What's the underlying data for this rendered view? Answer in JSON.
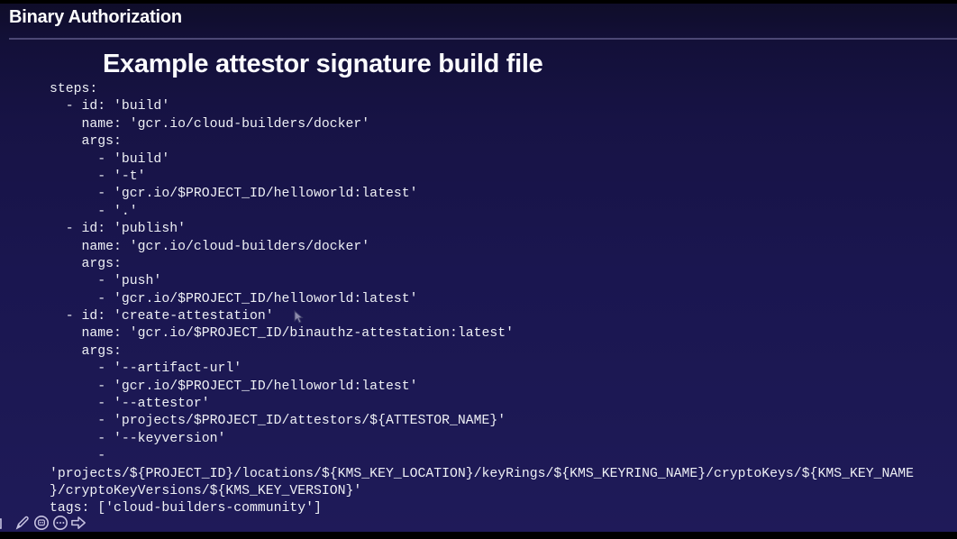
{
  "header": {
    "title": "Binary Authorization"
  },
  "slide": {
    "title": "Example attestor signature build file",
    "background_top_color": "#0f0d2a",
    "background_bottom_color": "#1f1a59",
    "separator_color": "#4c4874",
    "code_text_color": "#eef0f5",
    "code": {
      "language": "yaml",
      "lines": [
        "steps:",
        "  - id: 'build'",
        "    name: 'gcr.io/cloud-builders/docker'",
        "    args:",
        "      - 'build'",
        "      - '-t'",
        "      - 'gcr.io/$PROJECT_ID/helloworld:latest'",
        "      - '.'",
        "  - id: 'publish'",
        "    name: 'gcr.io/cloud-builders/docker'",
        "    args:",
        "      - 'push'",
        "      - 'gcr.io/$PROJECT_ID/helloworld:latest'",
        "  - id: 'create-attestation'",
        "    name: 'gcr.io/$PROJECT_ID/binauthz-attestation:latest'",
        "    args:",
        "      - '--artifact-url'",
        "      - 'gcr.io/$PROJECT_ID/helloworld:latest'",
        "      - '--attestor'",
        "      - 'projects/$PROJECT_ID/attestors/${ATTESTOR_NAME}'",
        "      - '--keyversion'",
        "      -",
        "'projects/${PROJECT_ID}/locations/${KMS_KEY_LOCATION}/keyRings/${KMS_KEYRING_NAME}/cryptoKeys/${KMS_KEY_NAME",
        "}/cryptoKeyVersions/${KMS_KEY_VERSION}'",
        "tags: ['cloud-builders-community']"
      ]
    }
  },
  "toolbar": {
    "icons": [
      {
        "name": "square-shape-tool-icon",
        "shape": "square-outline"
      },
      {
        "name": "pencil-tool-icon",
        "shape": "pencil"
      },
      {
        "name": "stamp-tool-icon",
        "shape": "circle-with-pad"
      },
      {
        "name": "more-tools-icon",
        "shape": "circle-with-ellipsis"
      },
      {
        "name": "forward-arrow-tool-icon",
        "shape": "arrow-right-outline"
      }
    ]
  }
}
